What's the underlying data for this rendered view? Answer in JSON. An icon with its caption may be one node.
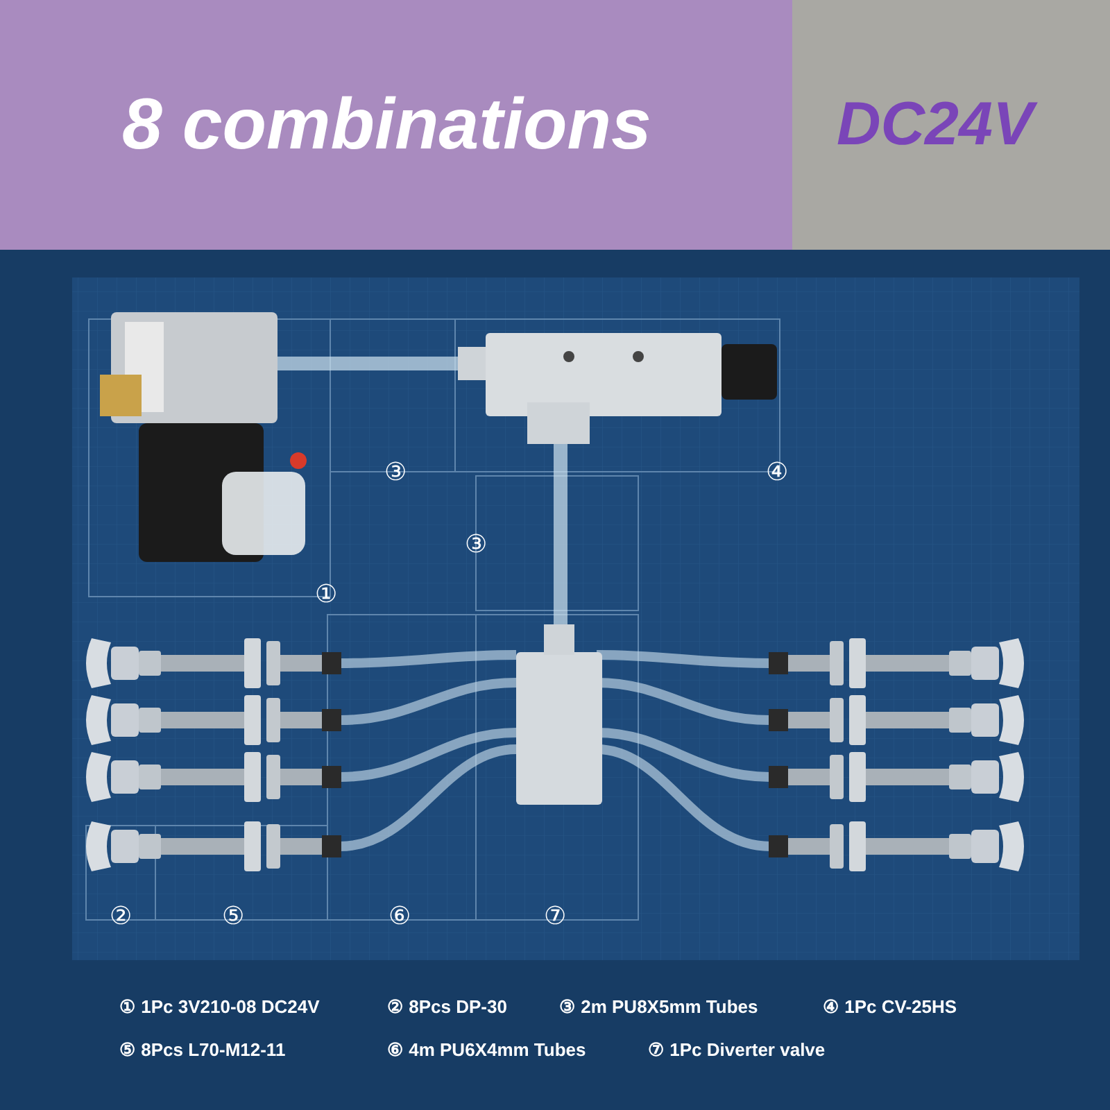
{
  "diagram": {
    "title": "8 combinations",
    "labels": [
      "DC24V",
      "③",
      "④",
      "③",
      "①",
      "②",
      "⑤",
      "⑥",
      "⑦",
      "① 1Pc 3V210-08 DC24V",
      "② 8Pcs DP-30",
      "③ 2m PU8X5mm Tubes",
      "④ 1Pc CV-25HS",
      "⑤ 8Pcs L70-M12-11",
      "⑥ 4m PU6X4mm Tubes",
      "⑦ 1Pc Diverter valve"
    ]
  }
}
